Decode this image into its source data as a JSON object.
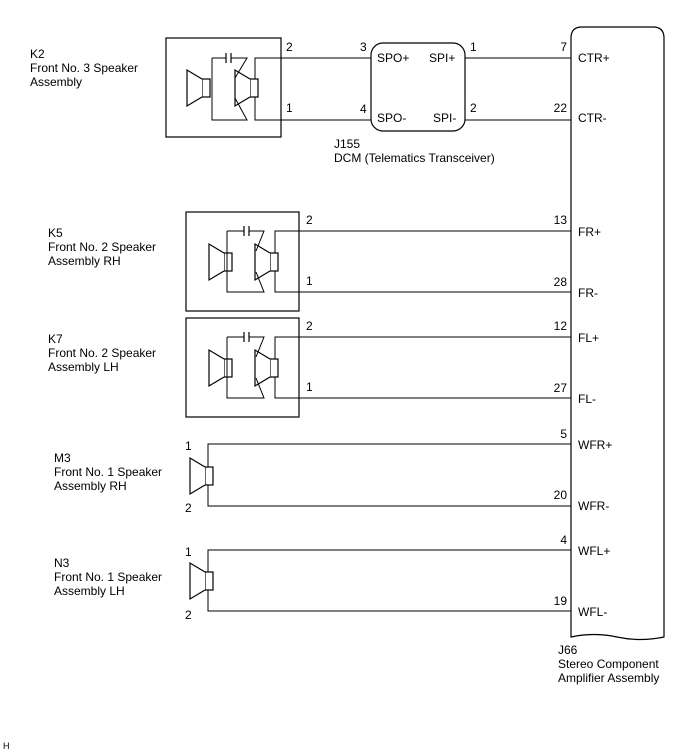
{
  "components": {
    "k2": {
      "code": "K2",
      "name1": "Front No. 3 Speaker",
      "name2": "Assembly"
    },
    "k5": {
      "code": "K5",
      "name1": "Front No. 2 Speaker",
      "name2": "Assembly RH"
    },
    "k7": {
      "code": "K7",
      "name1": "Front No. 2 Speaker",
      "name2": "Assembly LH"
    },
    "m3": {
      "code": "M3",
      "name1": "Front No. 1 Speaker",
      "name2": "Assembly RH"
    },
    "n3": {
      "code": "N3",
      "name1": "Front No. 1 Speaker",
      "name2": "Assembly LH"
    },
    "j155": {
      "code": "J155",
      "name": "DCM (Telematics Transceiver)",
      "terminals": {
        "spo_plus": "SPO+",
        "spo_minus": "SPO-",
        "spi_plus": "SPI+",
        "spi_minus": "SPI-"
      }
    },
    "j66": {
      "code": "J66",
      "name1": "Stereo Component",
      "name2": "Amplifier Assembly"
    }
  },
  "pins": {
    "k2_top": "2",
    "k2_bot": "1",
    "j155_spo_plus": "3",
    "j155_spo_minus": "4",
    "j155_spi_plus": "1",
    "j155_spi_minus": "2",
    "k5_top": "2",
    "k5_bot": "1",
    "k7_top": "2",
    "k7_bot": "1",
    "m3_top": "1",
    "m3_bot": "2",
    "n3_top": "1",
    "n3_bot": "2"
  },
  "amp_terminals": [
    {
      "num": "7",
      "label": "CTR+"
    },
    {
      "num": "22",
      "label": "CTR-"
    },
    {
      "num": "13",
      "label": "FR+"
    },
    {
      "num": "28",
      "label": "FR-"
    },
    {
      "num": "12",
      "label": "FL+"
    },
    {
      "num": "27",
      "label": "FL-"
    },
    {
      "num": "5",
      "label": "WFR+"
    },
    {
      "num": "20",
      "label": "WFR-"
    },
    {
      "num": "4",
      "label": "WFL+"
    },
    {
      "num": "19",
      "label": "WFL-"
    }
  ],
  "corner_mark": "H"
}
